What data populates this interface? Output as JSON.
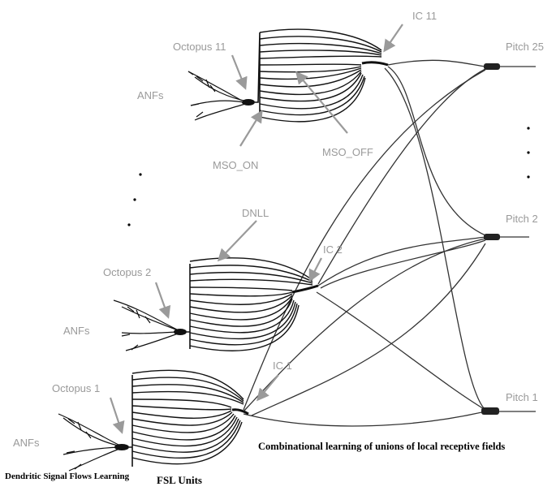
{
  "labels": {
    "anf_top": "ANFs",
    "anf_mid": "ANFs",
    "anf_bot": "ANFs",
    "octopus_11": "Octopus 11",
    "octopus_2": "Octopus 2",
    "octopus_1": "Octopus 1",
    "mso_on": "MSO_ON",
    "mso_off": "MSO_OFF",
    "dnll": "DNLL",
    "ic_11": "IC 11",
    "ic_2": "IC 2",
    "ic_1": "IC 1",
    "pitch_25": "Pitch 25",
    "pitch_2": "Pitch 2",
    "pitch_1": "Pitch 1"
  },
  "captions": {
    "combinational": "Combinational learning of unions of local receptive fields",
    "dendritic": "Dendritic Signal Flows Learning",
    "fsl_units": "FSL Units"
  },
  "colors": {
    "label_gray": "#9a9a9a",
    "line_dark": "#1a1a1a",
    "arrow_gray": "#9a9a9a"
  }
}
